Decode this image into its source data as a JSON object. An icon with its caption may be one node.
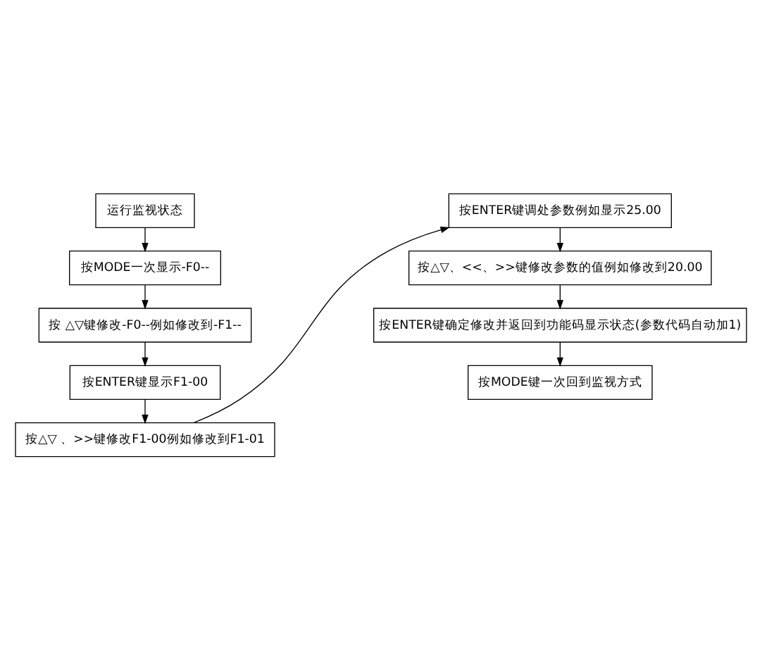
{
  "diagram": {
    "nodes": [
      {
        "text": [
          "运行监视状态"
        ]
      },
      {
        "text": [
          "按MODE一次显示-F0--"
        ]
      },
      {
        "text": [
          "按 △▽键修改-F0--例如修改到-F1--"
        ]
      },
      {
        "text": [
          "按ENTER键显示F1-00"
        ]
      },
      {
        "text": [
          "按△▽ 、>>键修改F1-00例如修改到F1-01"
        ]
      },
      {
        "text": [
          "按ENTER键调处参数例如显示25.00"
        ]
      },
      {
        "text": [
          "按△▽、<<、>>键修改参数的值例如修改到20.00"
        ]
      },
      {
        "text": [
          "按ENTER键确定修改并返回到功能码显示状态(参数代码自动加1)"
        ]
      },
      {
        "text": [
          "按MODE键一次回到监视方式"
        ]
      }
    ],
    "edges": [
      {
        "from": 0,
        "to": 1,
        "arrow": "to"
      },
      {
        "from": 1,
        "to": 2,
        "arrow": "to"
      },
      {
        "from": 2,
        "to": 3,
        "arrow": "to"
      },
      {
        "from": 3,
        "to": 4,
        "arrow": "to"
      },
      {
        "from": 4,
        "to": 5,
        "arrow": "to"
      },
      {
        "from": 5,
        "to": 6,
        "arrow": "to"
      },
      {
        "from": 6,
        "to": 7,
        "arrow": "to"
      },
      {
        "from": 7,
        "to": 8,
        "arrow": "to"
      }
    ]
  }
}
